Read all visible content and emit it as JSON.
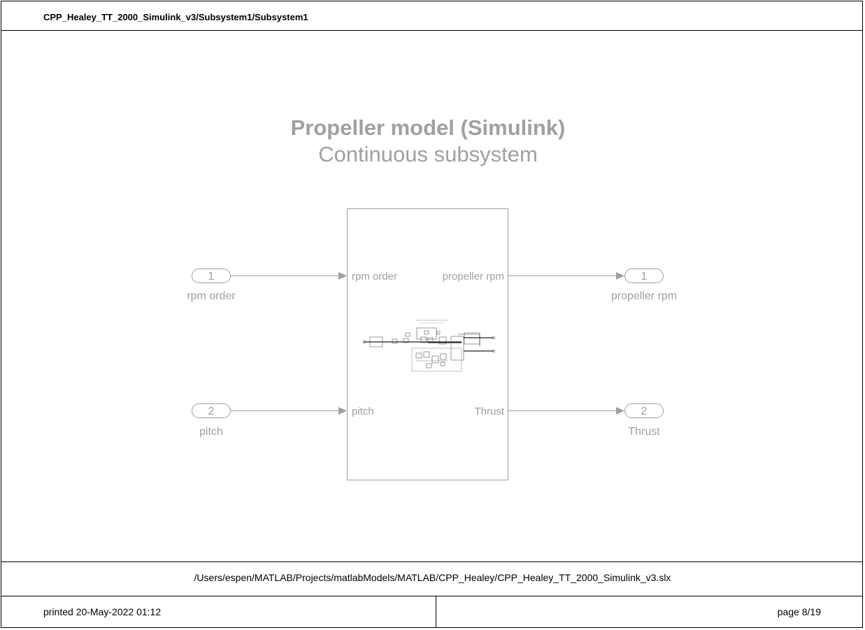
{
  "header": {
    "title": "CPP_Healey_TT_2000_Simulink_v3/Subsystem1/Subsystem1"
  },
  "diagram": {
    "annotation": {
      "title": "Propeller model (Simulink)",
      "subtitle": "Continuous subsystem"
    },
    "inports": [
      {
        "number": "1",
        "name": "rpm order"
      },
      {
        "number": "2",
        "name": "pitch"
      }
    ],
    "outports": [
      {
        "number": "1",
        "name": "propeller rpm"
      },
      {
        "number": "2",
        "name": "Thrust"
      }
    ],
    "subsystem": {
      "input_ports": [
        "rpm order",
        "pitch"
      ],
      "output_ports": [
        "propeller rpm",
        "Thrust"
      ]
    }
  },
  "footer": {
    "path": "/Users/espen/MATLAB/Projects/matlabModels/MATLAB/CPP_Healey/CPP_Healey_TT_2000_Simulink_v3.slx",
    "printed": "printed 20-May-2022 01:12",
    "page": "page 8/19"
  },
  "colors": {
    "block_gray": "#a0a0a0",
    "border": "#000000"
  }
}
